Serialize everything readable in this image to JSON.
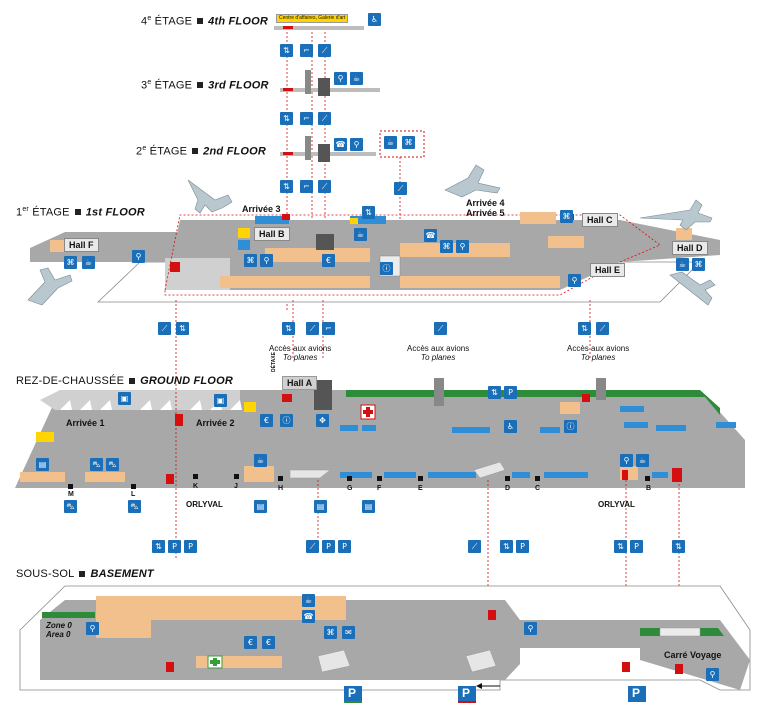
{
  "floors": {
    "fourth": {
      "fr_prefix": "4",
      "fr_sup": "e",
      "fr_word": " ÉTAGE",
      "en": "4th FLOOR"
    },
    "third": {
      "fr_prefix": "3",
      "fr_sup": "e",
      "fr_word": " ÉTAGE",
      "en": "3rd FLOOR"
    },
    "second": {
      "fr_prefix": "2",
      "fr_sup": "e",
      "fr_word": " ÉTAGE",
      "en": "2nd FLOOR"
    },
    "first": {
      "fr_prefix": "1",
      "fr_sup": "er",
      "fr_word": " ÉTAGE",
      "en": "1st FLOOR"
    },
    "ground": {
      "fr": "REZ-DE-CHAUSSÉE",
      "en": "GROUND FLOOR"
    },
    "basement": {
      "fr": "SOUS-SOL",
      "en": "BASEMENT"
    }
  },
  "fourth_floor_sign": "Centre d'affaires, Galerie d'art",
  "halls": {
    "a": "Hall A",
    "b": "Hall B",
    "c": "Hall C",
    "d": "Hall D",
    "e": "Hall E",
    "f": "Hall F"
  },
  "arrivals": {
    "arrivee3": "Arrivée 3",
    "arrivee4": "Arrivée 4",
    "arrivee5": "Arrivée 5",
    "arrivee1": "Arrivée 1",
    "arrivee2": "Arrivée 2"
  },
  "planes_access": {
    "fr": "Accès aux avions",
    "en": "To planes"
  },
  "detaxe": "DÉTAXE",
  "orlyval": "ORLYVAL",
  "gate_letters_ground": [
    "M",
    "L",
    "K",
    "J",
    "H",
    "G",
    "F",
    "E",
    "D",
    "C",
    "B"
  ],
  "basement_zone": {
    "fr": "Zone 0",
    "en": "Area 0"
  },
  "carre_voyage": "Carré Voyage",
  "parking_letter": "P",
  "colors": {
    "floor_grey": "#a8a8a8",
    "floor_light": "#d0d0d0",
    "hall_beige": "#f2c08c",
    "counter_blue": "#2e8fd6",
    "sign_blue": "#1b6fb8",
    "exit_red": "#d40f0f",
    "green_wall": "#2e8b3a",
    "info_yellow": "#ffd400"
  },
  "icons": [
    "elevator-icon",
    "escalator-icon",
    "stairs-icon",
    "restroom-icon",
    "cafe-icon",
    "restaurant-icon",
    "info-icon",
    "taxi-icon",
    "bus-icon",
    "car-rental-icon",
    "parking-icon",
    "first-aid-icon",
    "wheelchair-icon",
    "phone-icon",
    "baggage-icon",
    "mail-icon",
    "exchange-icon",
    "airplane-icon"
  ]
}
